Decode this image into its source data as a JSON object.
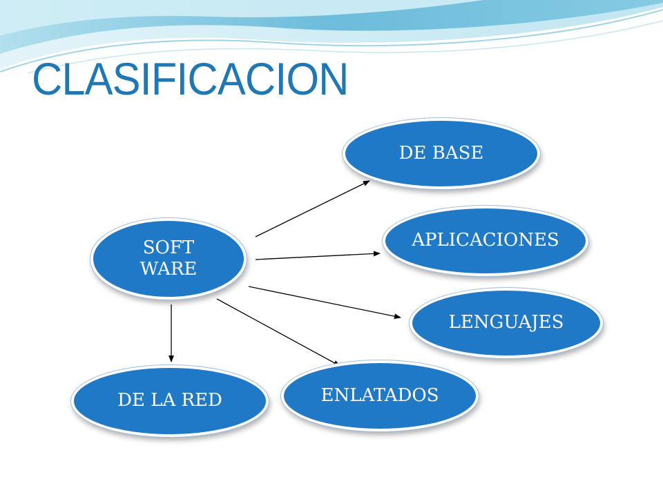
{
  "title": "CLASIFICACION",
  "diagram": {
    "center": {
      "lines": [
        "SOFT",
        "WARE"
      ]
    },
    "nodes": {
      "base": "DE BASE",
      "aplicaciones": "APLICACIONES",
      "lenguajes": "LENGUAJES",
      "enlatados": "ENLATADOS",
      "red": "DE LA RED"
    }
  },
  "colors": {
    "node_fill": "#1f79c6",
    "title": "#1f78b4",
    "header_waves": [
      "#5ab3d6",
      "#a9dcec",
      "#d9f0f7"
    ]
  }
}
